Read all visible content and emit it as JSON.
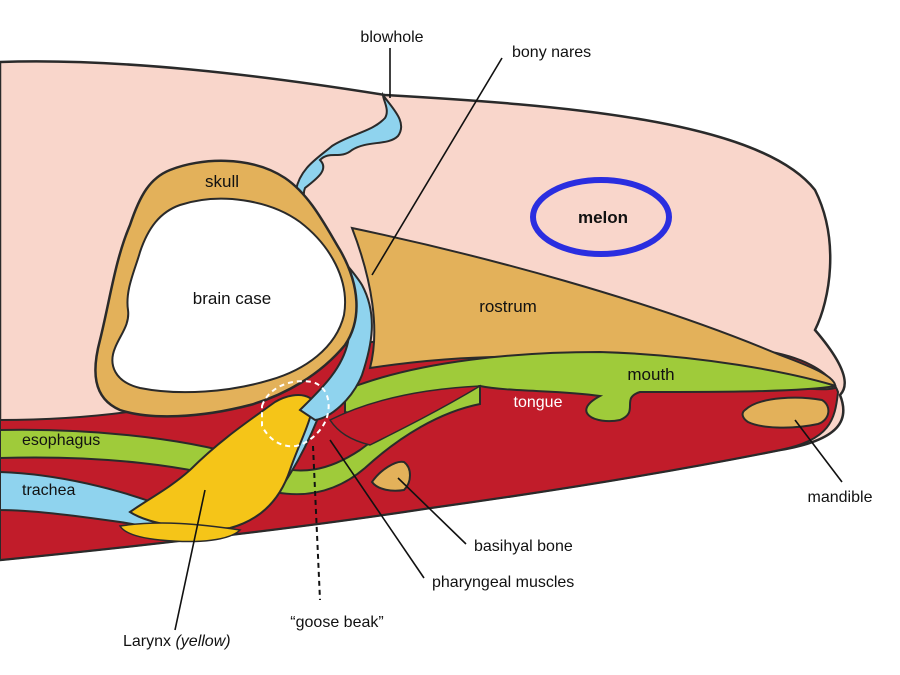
{
  "labels": {
    "blowhole": "blowhole",
    "bony_nares": "bony nares",
    "skull": "skull",
    "melon": "melon",
    "brain_case": "brain case",
    "rostrum": "rostrum",
    "mouth": "mouth",
    "tongue": "tongue",
    "esophagus": "esophagus",
    "trachea": "trachea",
    "mandible": "mandible",
    "basihyal_bone": "basihyal bone",
    "pharyngeal_muscles": "pharyngeal muscles",
    "goose_beak": "“goose beak”",
    "larynx": "Larynx ",
    "larynx_note": "(yellow)"
  },
  "colors": {
    "head_skin": "#f9d6cb",
    "bone": "#e3b15a",
    "airway": "#8fd3ee",
    "muscle": "#c11c2a",
    "digestive": "#9fcb3a",
    "larynx": "#f5c518",
    "highlight_ring": "#2a2ee0",
    "brain_case": "#ffffff"
  }
}
